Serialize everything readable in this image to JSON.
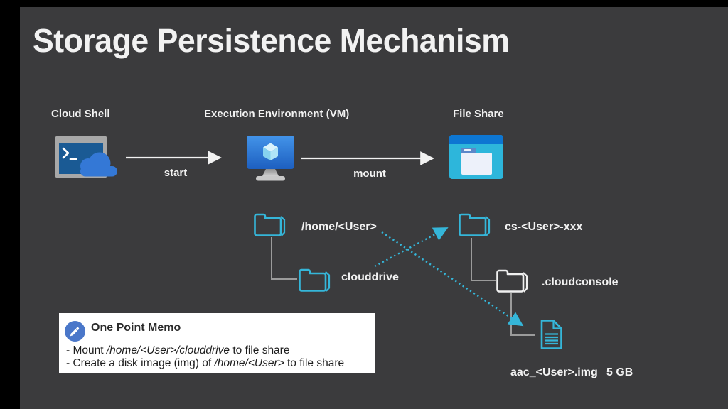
{
  "title": "Storage Persistence Mechanism",
  "nodes": {
    "cloud_shell": {
      "label": "Cloud Shell",
      "icon": "cloud-shell-terminal-icon"
    },
    "vm": {
      "label": "Execution Environment (VM)",
      "icon": "virtual-machine-monitor-icon"
    },
    "file_share": {
      "label": "File Share",
      "icon": "file-share-window-icon"
    }
  },
  "edges": {
    "start_label": "start",
    "mount_label": "mount"
  },
  "tree_left": {
    "root": "/home/<User>",
    "child": "clouddrive"
  },
  "tree_right": {
    "root": "cs-<User>-xxx",
    "child": ".cloudconsole",
    "file_name": "aac_<User>.img",
    "file_size": "5 GB"
  },
  "memo": {
    "title": "One Point Memo",
    "icon": "pencil-icon",
    "line1": {
      "prefix": "- Mount ",
      "italic": "/home/<User>/clouddrive",
      "suffix": " to file share"
    },
    "line2": {
      "prefix": "- Create a disk image (img) of ",
      "italic": "/home/<User>",
      "suffix": " to file share"
    }
  },
  "colors": {
    "background": "#3b3b3d",
    "letterbox": "#000000",
    "text_light": "#f2f2f2",
    "accent_cyan": "#35b6d9",
    "tree_line": "#9b9b9b",
    "memo_bg": "#ffffff",
    "memo_text": "#1d1d1d",
    "memo_icon_blue": "#4a77c9",
    "terminal_frame": "#a8a8a8",
    "terminal_screen": "#1a5a94",
    "cloud_blue": "#3478d6",
    "monitor_top": "#4394e9",
    "monitor_bottom": "#1d5fc0",
    "fileshare_top": "#0d76d2",
    "fileshare_body": "#2db6db"
  }
}
